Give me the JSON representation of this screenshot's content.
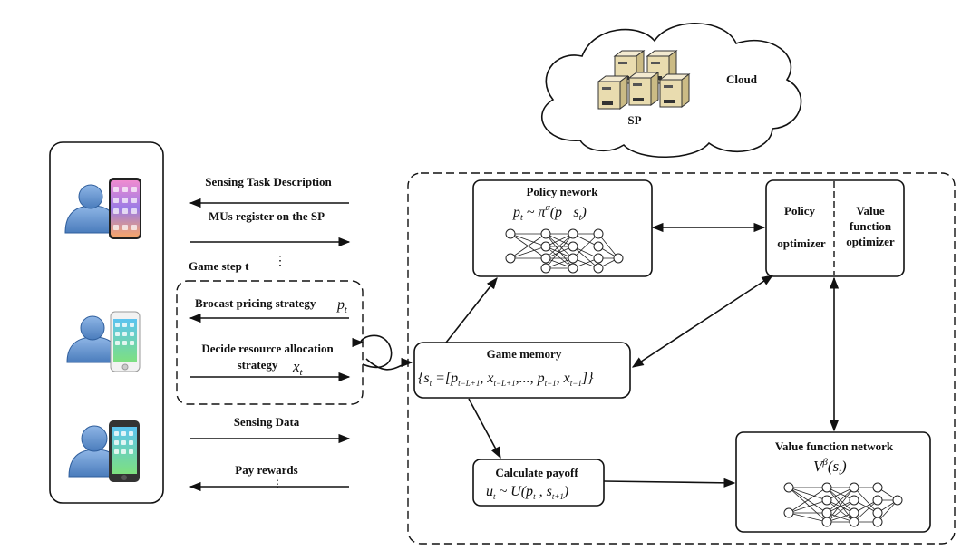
{
  "cloud": {
    "label": "Cloud",
    "server_label": "SP"
  },
  "messages": {
    "sensing_task": "Sensing Task Description",
    "register": "MUs register on the SP",
    "game_step": "Game step t",
    "broadcast": "Brocast pricing strategy",
    "broadcast_math": "p",
    "broadcast_sub": "t",
    "decide_line1": "Decide resource allocation",
    "decide_line2": "strategy",
    "decide_math": "x",
    "decide_sub": "t",
    "sensing_data": "Sensing Data",
    "pay_rewards": "Pay rewards"
  },
  "policy_network": {
    "title": "Policy nework",
    "formula": "p_t ~ π^α(p | s_t)"
  },
  "optimizer": {
    "policy_line1": "Policy",
    "policy_line2": "optimizer",
    "value_line1": "Value",
    "value_line2": "function",
    "value_line3": "optimizer"
  },
  "game_memory": {
    "title": "Game memory",
    "formula": "{s_t = [p_{t−L+1}, x_{t−L+1}, ..., p_{t−1}, x_{t−1}]}"
  },
  "payoff": {
    "title": "Calculate payoff",
    "formula": "u_t ~ U(p_t, s_{t+1})"
  },
  "value_network": {
    "title": "Value function network",
    "formula": "V^β(s_t)"
  },
  "colors": {
    "person": "#6d9bd6",
    "person_dark": "#3f6fae",
    "server": "#e9dcaf",
    "stroke": "#111111"
  },
  "icons": [
    "person-icon",
    "smartphone-icon",
    "server-icon",
    "cloud-icon"
  ]
}
